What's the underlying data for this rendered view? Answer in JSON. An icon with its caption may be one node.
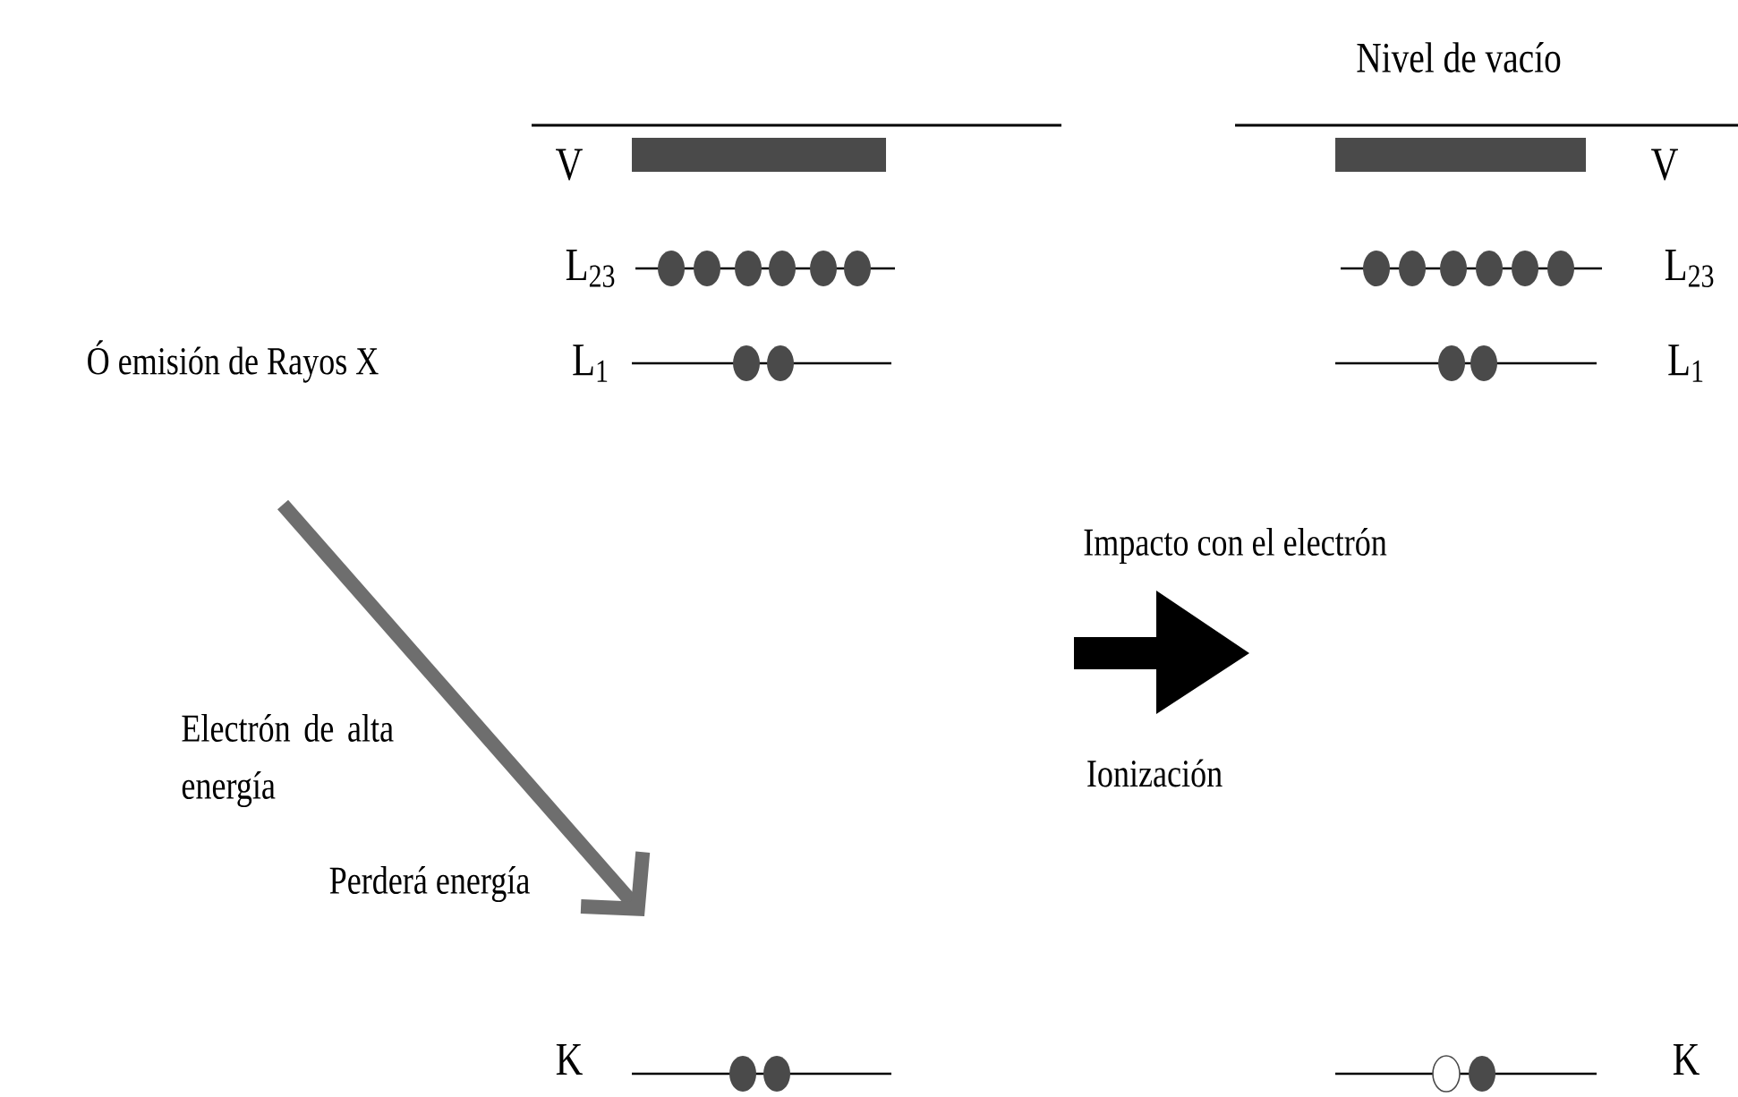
{
  "diagram": {
    "labels": [
      "Nivel de vacío",
      "V",
      "V",
      "L$_{23}$",
      "L$_{23}$",
      "Ó emisión de Rayos X",
      "L$_{1}$",
      "L$_{1}$",
      "Impacto con el electrón",
      "Electrón de alta energía",
      "Ionización",
      "Perderá energía",
      "K",
      "K"
    ]
  }
}
